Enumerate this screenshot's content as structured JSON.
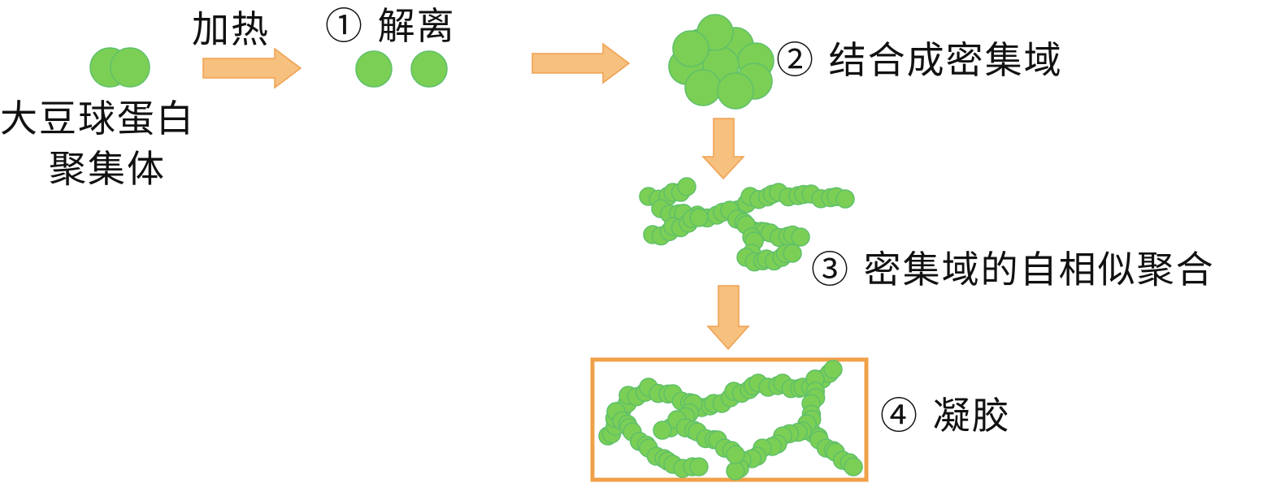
{
  "labels": {
    "heat": "加热",
    "step1": "① 解离",
    "step2": "② 结合成密集域",
    "step3": "③ 密集域的自相似聚合",
    "step4": "④ 凝胶",
    "start_line1": "大豆球蛋白",
    "start_line2": "聚集体"
  },
  "colors": {
    "particle_fill": "#7ccf55",
    "particle_edge": "#5fc06a",
    "arrow_fill": "#f6c07e",
    "arrow_edge": "#f0a050",
    "box_stroke": "#f0a048"
  }
}
